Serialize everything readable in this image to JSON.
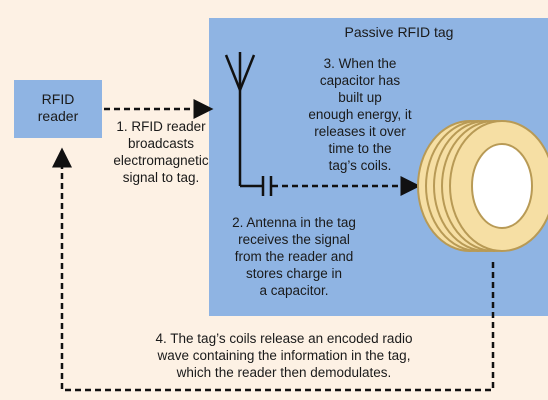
{
  "reader": {
    "label": "RFID\nreader"
  },
  "tag": {
    "title": "Passive RFID tag"
  },
  "steps": {
    "step1": "1. RFID reader\nbroadcasts\nelectromagnetic\nsignal to tag.",
    "step2": "2. Antenna in the tag\nreceives the signal\nfrom the reader and\nstores charge in\na capacitor.",
    "step3": "3. When the\ncapacitor has\nbuilt up\nenough energy, it\nreleases it over\ntime to the\ntag’s coils.",
    "step4": "4. The tag’s coils release an encoded radio\nwave containing the information in the tag,\nwhich the reader then demodulates."
  },
  "colors": {
    "background": "#fdf1e4",
    "box_fill": "#8fb4e3",
    "coil_fill": "#f6dfa4",
    "coil_stroke": "#b89a55",
    "line": "#111111"
  },
  "icons": {
    "antenna": "antenna-icon",
    "capacitor": "capacitor-icon",
    "coil": "coil-icon"
  }
}
